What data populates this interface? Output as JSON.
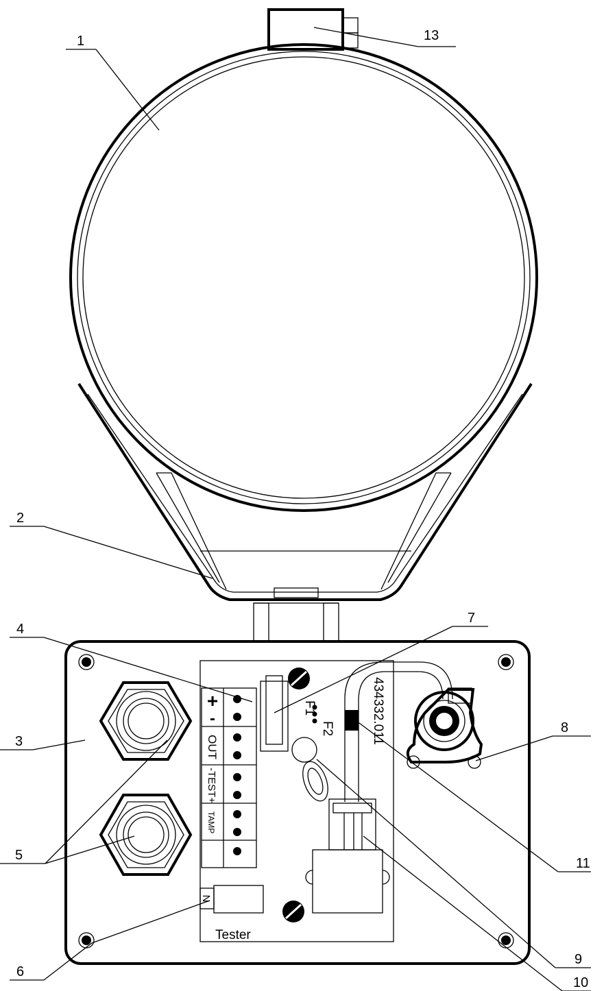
{
  "callouts": {
    "c1": "1",
    "c2": "2",
    "c3": "3",
    "c4": "4",
    "c5": "5",
    "c6": "6",
    "c7": "7",
    "c8": "8",
    "c9": "9",
    "c10": "10",
    "c11": "11",
    "c13": "13"
  },
  "board": {
    "terminals": {
      "plus": "+",
      "minus": "-",
      "out": "OUT",
      "test": "-TEST+",
      "tamp": "TAMP"
    },
    "fuse_f1": "F1",
    "fuse_f2": "F2",
    "part_number": "434332.011",
    "tester_label": "Tester",
    "tester_indicator": "N"
  }
}
